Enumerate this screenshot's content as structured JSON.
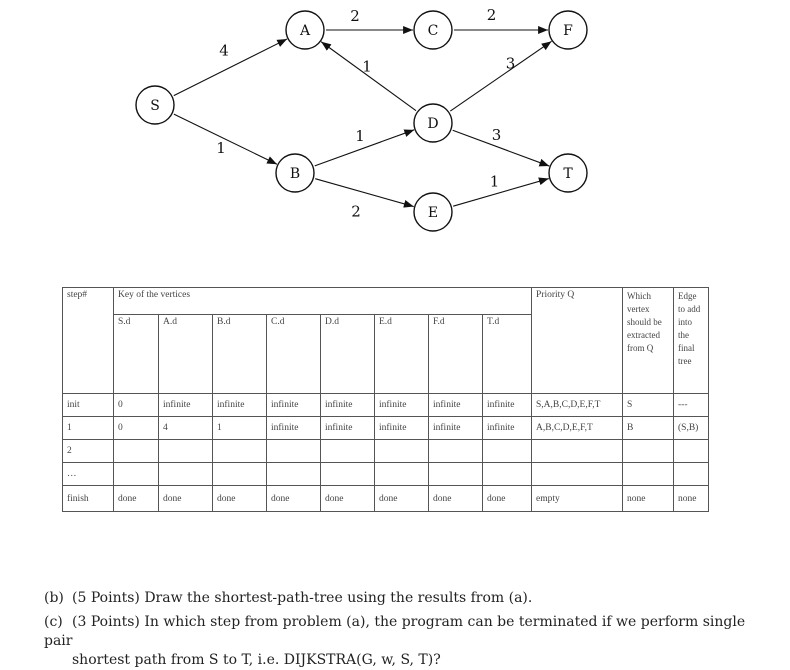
{
  "graph": {
    "nodes": [
      {
        "id": "S",
        "label": "S"
      },
      {
        "id": "A",
        "label": "A"
      },
      {
        "id": "B",
        "label": "B"
      },
      {
        "id": "C",
        "label": "C"
      },
      {
        "id": "D",
        "label": "D"
      },
      {
        "id": "E",
        "label": "E"
      },
      {
        "id": "F",
        "label": "F"
      },
      {
        "id": "T",
        "label": "T"
      }
    ],
    "edges": [
      {
        "from": "S",
        "to": "A",
        "weight": "4"
      },
      {
        "from": "S",
        "to": "B",
        "weight": "1"
      },
      {
        "from": "A",
        "to": "C",
        "weight": "2"
      },
      {
        "from": "D",
        "to": "A",
        "weight": "1"
      },
      {
        "from": "B",
        "to": "D",
        "weight": "1"
      },
      {
        "from": "B",
        "to": "E",
        "weight": "2"
      },
      {
        "from": "C",
        "to": "F",
        "weight": "2"
      },
      {
        "from": "D",
        "to": "F",
        "weight": "3"
      },
      {
        "from": "D",
        "to": "T",
        "weight": "3"
      },
      {
        "from": "E",
        "to": "T",
        "weight": "1"
      }
    ]
  },
  "table": {
    "step_header": "step#",
    "key_header": "Key of the vertices",
    "priority_header": "Priority Q",
    "which_header": "Which vertex should be extracted from Q",
    "edge_header": "Edge to add into the final tree",
    "columns": [
      "S.d",
      "A.d",
      "B.d",
      "C.d",
      "D.d",
      "E.d",
      "F.d",
      "T.d"
    ],
    "rows": [
      {
        "step": "init",
        "keys": [
          "0",
          "infinite",
          "infinite",
          "infinite",
          "infinite",
          "infinite",
          "infinite",
          "infinite"
        ],
        "queue": "S,A,B,C,D,E,F,T",
        "which": "S",
        "edge": "---"
      },
      {
        "step": "1",
        "keys": [
          "0",
          "4",
          "1",
          "infinite",
          "infinite",
          "infinite",
          "infinite",
          "infinite"
        ],
        "queue": "A,B,C,D,E,F,T",
        "which": "B",
        "edge": "(S,B)"
      },
      {
        "step": "2",
        "keys": [
          "",
          "",
          "",
          "",
          "",
          "",
          "",
          ""
        ],
        "queue": "",
        "which": "",
        "edge": ""
      },
      {
        "step": "…",
        "keys": [
          "",
          "",
          "",
          "",
          "",
          "",
          "",
          ""
        ],
        "queue": "",
        "which": "",
        "edge": ""
      },
      {
        "step": "finish",
        "keys": [
          "done",
          "done",
          "done",
          "done",
          "done",
          "done",
          "done",
          "done"
        ],
        "queue": "empty",
        "which": "none",
        "edge": "none"
      }
    ]
  },
  "questions": {
    "b_label": "(b)",
    "b_text": "(5 Points) Draw the shortest-path-tree using the results from (a).",
    "c_label": "(c)",
    "c_text_line1": "(3 Points) In which step from problem (a), the program can be terminated if we perform single pair",
    "c_text_line2": "shortest path from S to T, i.e. DIJKSTRA(G, w, S, T)?"
  }
}
